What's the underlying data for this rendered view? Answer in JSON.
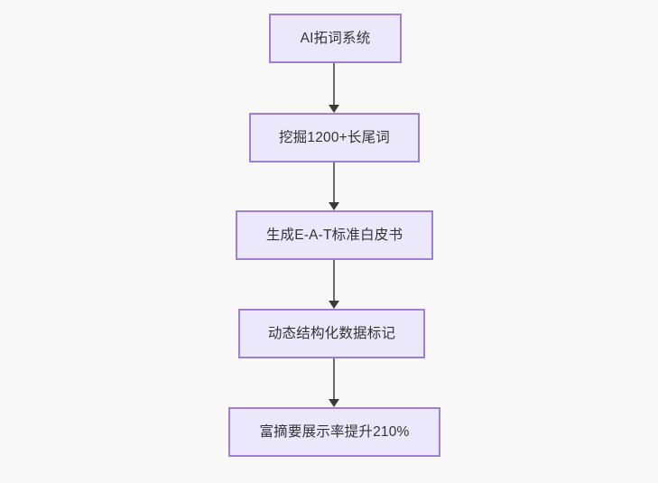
{
  "diagram": {
    "type": "flowchart",
    "direction": "top-to-bottom",
    "background_color": "#f8f8f8",
    "node_fill_color": "#ebe8fc",
    "node_border_color": "#9d7fd6",
    "node_text_color": "#333333",
    "edge_color": "#6b6b6b",
    "arrowhead_color": "#3a3a3a",
    "nodes": [
      {
        "id": "n0",
        "label": "AI拓词系统"
      },
      {
        "id": "n1",
        "label": "挖掘1200+长尾词"
      },
      {
        "id": "n2",
        "label": "生成E-A-T标准白皮书"
      },
      {
        "id": "n3",
        "label": "动态结构化数据标记"
      },
      {
        "id": "n4",
        "label": "富摘要展示率提升210%"
      }
    ],
    "edges": [
      {
        "id": "e0",
        "from": "n0",
        "to": "n1",
        "label": ""
      },
      {
        "id": "e1",
        "from": "n1",
        "to": "n2",
        "label": ""
      },
      {
        "id": "e2",
        "from": "n2",
        "to": "n3",
        "label": ""
      },
      {
        "id": "e3",
        "from": "n3",
        "to": "n4",
        "label": ""
      }
    ]
  }
}
